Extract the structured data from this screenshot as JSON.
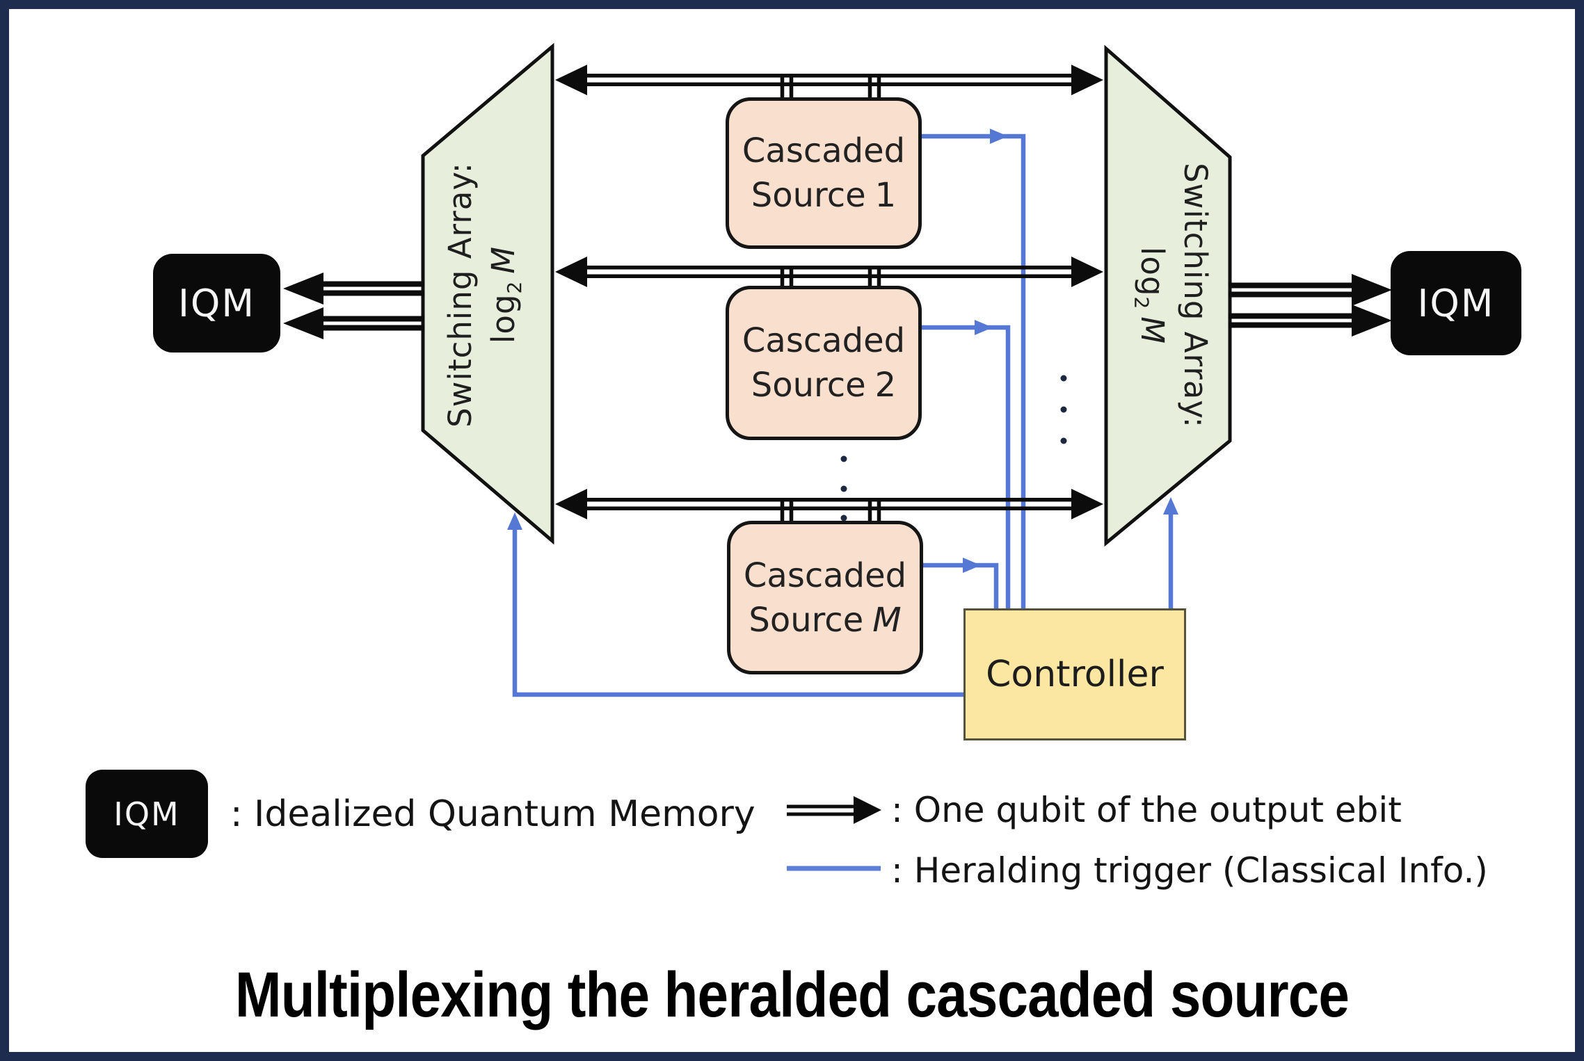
{
  "title": "Multiplexing the heralded cascaded source",
  "iqm_label": "IQM",
  "switching_array": {
    "line1": "Switching Array:",
    "log_word": "log",
    "log_sub": "2",
    "log_var": "M"
  },
  "sources": [
    {
      "line1": "Cascaded",
      "line2": "Source",
      "index": "1"
    },
    {
      "line1": "Cascaded",
      "line2": "Source",
      "index": "2"
    },
    {
      "line1": "Cascaded",
      "line2": "Source",
      "index": "M"
    }
  ],
  "controller": {
    "label": "Controller"
  },
  "legend": {
    "iqm_box_label": "IQM",
    "iqm_desc": ": Idealized Quantum Memory",
    "ebit_desc": ": One qubit of the output ebit",
    "trigger_desc": ": Heralding trigger (Classical Info.)"
  },
  "colors": {
    "trapezoid_green": "#e7efdc",
    "source_peach": "#f9dfcd",
    "controller_yellow": "#fbe7a2",
    "trigger_blue": "#5578d4",
    "border_navy": "#1e2c50",
    "arrow_black": "#111111"
  }
}
